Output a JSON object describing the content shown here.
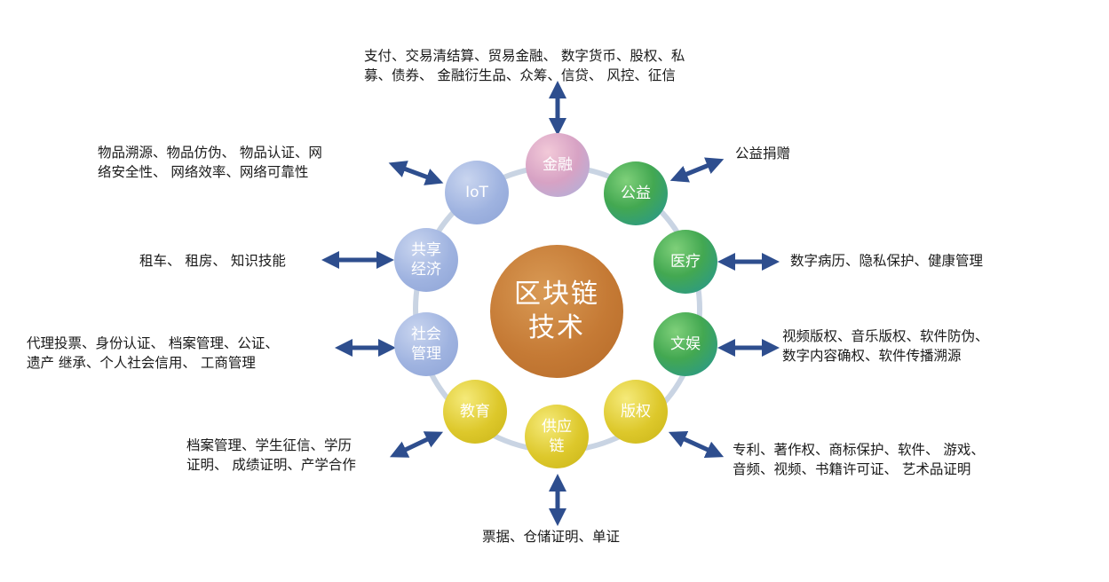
{
  "center": {
    "label": "区块链\n技术"
  },
  "nodes": {
    "finance": {
      "label": "金融"
    },
    "welfare": {
      "label": "公益"
    },
    "medical": {
      "label": "医疗"
    },
    "culture": {
      "label": "文娱"
    },
    "copyright": {
      "label": "版权"
    },
    "supply": {
      "label": "供应\n链"
    },
    "education": {
      "label": "教育"
    },
    "social": {
      "label": "社会\n管理"
    },
    "sharing": {
      "label": "共享\n经济"
    },
    "iot": {
      "label": "IoT"
    }
  },
  "descriptions": {
    "finance": "支付、交易清结算、贸易金融、 数字货币、股权、私\n募、债券、 金融衍生品、众筹、信贷、 风控、征信",
    "welfare": "公益捐赠",
    "medical": "数字病历、隐私保护、健康管理",
    "culture": "视频版权、音乐版权、软件防伪、\n数字内容确权、软件传播溯源",
    "copyright": "专利、著作权、商标保护、软件、 游戏、\n音频、视频、书籍许可证、 艺术品证明",
    "supply": "票据、仓储证明、单证",
    "education": "档案管理、学生征信、学历\n证明、 成绩证明、产学合作",
    "social": "代理投票、身份认证、 档案管理、公证、\n遗产 继承、个人社会信用、 工商管理",
    "sharing": "租车、 租房、 知识技能",
    "iot": "物品溯源、物品仿伪、 物品认证、网\n络安全性、 网络效率、网络可靠性"
  },
  "colors": {
    "ring": "#c9d4e3",
    "arrow": "#2e4e8e",
    "center": "#c57a35"
  }
}
